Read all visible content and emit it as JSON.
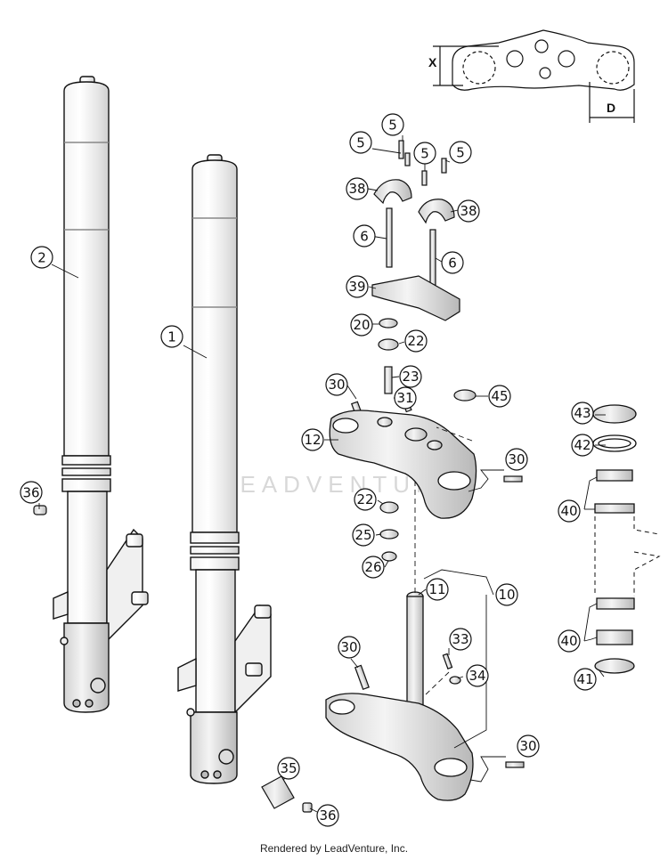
{
  "diagram": {
    "watermark": "LEADVENTURE",
    "dimension_labels": {
      "x": "X",
      "d": "D"
    },
    "callouts": [
      {
        "id": "c2",
        "text": "2"
      },
      {
        "id": "c1",
        "text": "1"
      },
      {
        "id": "c36a",
        "text": "36"
      },
      {
        "id": "c5a",
        "text": "5"
      },
      {
        "id": "c5b",
        "text": "5"
      },
      {
        "id": "c5c",
        "text": "5"
      },
      {
        "id": "c5d",
        "text": "5"
      },
      {
        "id": "c38a",
        "text": "38"
      },
      {
        "id": "c38b",
        "text": "38"
      },
      {
        "id": "c6a",
        "text": "6"
      },
      {
        "id": "c6b",
        "text": "6"
      },
      {
        "id": "c39",
        "text": "39"
      },
      {
        "id": "c20",
        "text": "20"
      },
      {
        "id": "c22a",
        "text": "22"
      },
      {
        "id": "c23",
        "text": "23"
      },
      {
        "id": "c30a",
        "text": "30"
      },
      {
        "id": "c31",
        "text": "31"
      },
      {
        "id": "c45",
        "text": "45"
      },
      {
        "id": "c12",
        "text": "12"
      },
      {
        "id": "c30b",
        "text": "30"
      },
      {
        "id": "c22b",
        "text": "22"
      },
      {
        "id": "c25",
        "text": "25"
      },
      {
        "id": "c26",
        "text": "26"
      },
      {
        "id": "c11",
        "text": "11"
      },
      {
        "id": "c10",
        "text": "10"
      },
      {
        "id": "c30c",
        "text": "30"
      },
      {
        "id": "c33",
        "text": "33"
      },
      {
        "id": "c34",
        "text": "34"
      },
      {
        "id": "c30d",
        "text": "30"
      },
      {
        "id": "c35",
        "text": "35"
      },
      {
        "id": "c36b",
        "text": "36"
      },
      {
        "id": "c43",
        "text": "43"
      },
      {
        "id": "c42",
        "text": "42"
      },
      {
        "id": "c40a",
        "text": "40"
      },
      {
        "id": "c40b",
        "text": "40"
      },
      {
        "id": "c41",
        "text": "41"
      }
    ]
  },
  "footer": {
    "text": "Rendered by LeadVenture, Inc."
  }
}
